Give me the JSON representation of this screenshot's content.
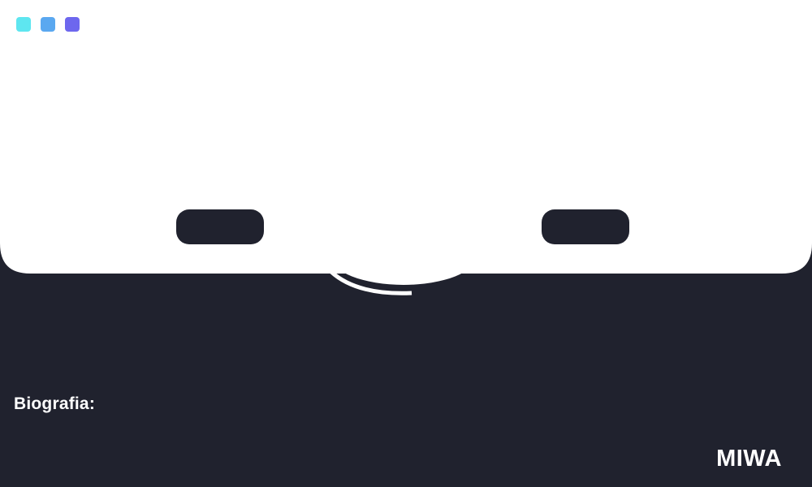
{
  "window_controls": [
    {
      "name": "cyan",
      "color": "#5ee6f0"
    },
    {
      "name": "blue",
      "color": "#5aa8f0"
    },
    {
      "name": "violet",
      "color": "#6d67ee"
    }
  ],
  "colors": {
    "background": "#20222e",
    "panel": "#ffffff",
    "eye": "#20222e",
    "text": "#ffffff"
  },
  "profile": {
    "bio_label": "Biografia:"
  },
  "brand": {
    "logo_text": "MIWA"
  }
}
